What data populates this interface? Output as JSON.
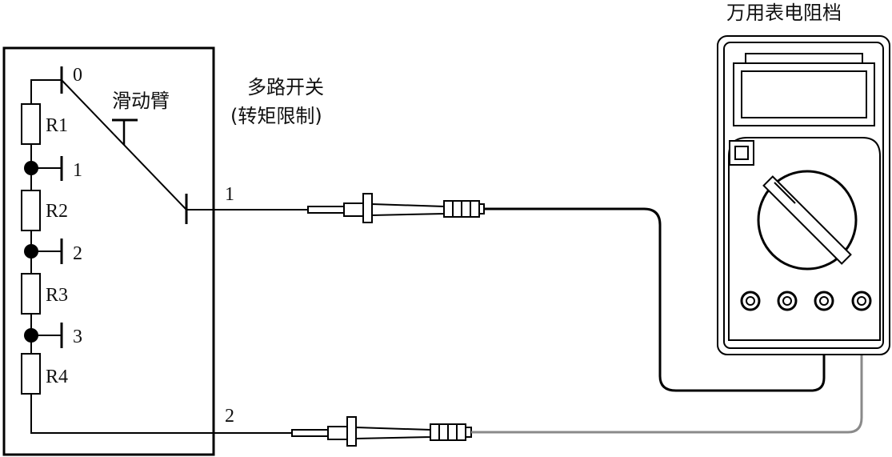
{
  "switch": {
    "wiper_label": "滑动臂",
    "resistors": [
      "R1",
      "R2",
      "R3",
      "R4"
    ],
    "taps": [
      "0",
      "1",
      "2",
      "3"
    ],
    "title_line1": "多路开关",
    "title_line2": "(转矩限制)",
    "output_terminals": [
      "1",
      "2"
    ]
  },
  "meter": {
    "title": "万用表电阻档"
  }
}
